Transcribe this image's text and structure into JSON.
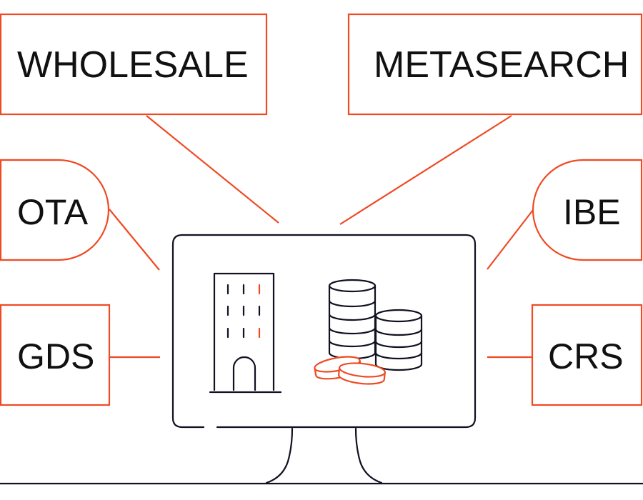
{
  "channels": {
    "wholesale": "WHOLESALE",
    "metasearch": "METASEARCH",
    "ota": "OTA",
    "ibe": "IBE",
    "gds": "GDS",
    "crs": "CRS"
  },
  "icons": {
    "hotel": "hotel-building-icon",
    "coins": "coin-stack-icon",
    "monitor": "monitor-icon"
  },
  "colors": {
    "accent": "#EF4A23",
    "ink": "#111122"
  }
}
